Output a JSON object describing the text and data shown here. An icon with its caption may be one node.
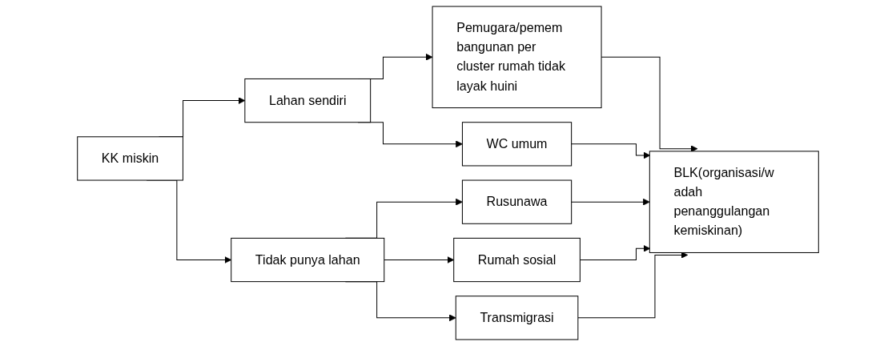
{
  "diagram": {
    "nodes": [
      {
        "text": [
          "KK miskin"
        ]
      },
      {
        "text": [
          "Lahan sendiri"
        ]
      },
      {
        "text": [
          "Tidak punya lahan"
        ]
      },
      {
        "text": [
          "Pemugara/pemem bangunan per cluster rumah tidak layak huini"
        ]
      },
      {
        "text": [
          "WC umum"
        ]
      },
      {
        "text": [
          "Rusunawa"
        ]
      },
      {
        "text": [
          "Rumah sosial"
        ]
      },
      {
        "text": [
          "Transmigrasi"
        ]
      },
      {
        "text": [
          "BLK(organisasi/w adah penanggulangan kemiskinan)"
        ]
      }
    ],
    "edges": [
      {
        "from": 0,
        "to": 1,
        "arrow": "to"
      },
      {
        "from": 0,
        "to": 2,
        "arrow": "to"
      },
      {
        "from": 1,
        "to": 3,
        "arrow": "to"
      },
      {
        "from": 1,
        "to": 4,
        "arrow": "to"
      },
      {
        "from": 2,
        "to": 5,
        "arrow": "to"
      },
      {
        "from": 2,
        "to": 6,
        "arrow": "to"
      },
      {
        "from": 2,
        "to": 7,
        "arrow": "to"
      },
      {
        "from": 3,
        "to": 8,
        "arrow": "to"
      },
      {
        "from": 4,
        "to": 8,
        "arrow": "to"
      },
      {
        "from": 5,
        "to": 8,
        "arrow": "to"
      },
      {
        "from": 6,
        "to": 8,
        "arrow": "to"
      },
      {
        "from": 7,
        "to": 8,
        "arrow": "to"
      }
    ]
  }
}
